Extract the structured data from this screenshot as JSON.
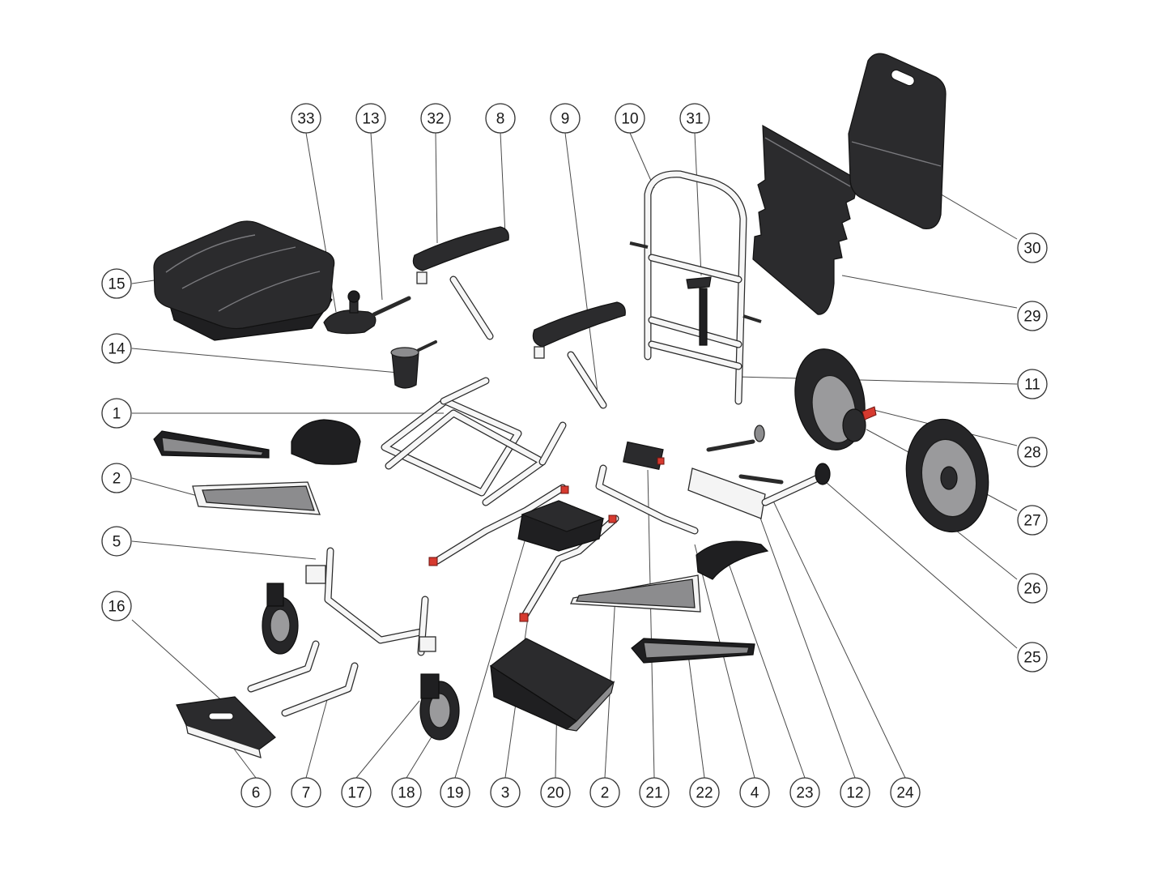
{
  "callouts": [
    {
      "id": "c33",
      "label": "33"
    },
    {
      "id": "c13",
      "label": "13"
    },
    {
      "id": "c32",
      "label": "32"
    },
    {
      "id": "c8",
      "label": "8"
    },
    {
      "id": "c9",
      "label": "9"
    },
    {
      "id": "c10",
      "label": "10"
    },
    {
      "id": "c31",
      "label": "31"
    },
    {
      "id": "c15",
      "label": "15"
    },
    {
      "id": "c14",
      "label": "14"
    },
    {
      "id": "c1",
      "label": "1"
    },
    {
      "id": "c2l",
      "label": "2"
    },
    {
      "id": "c5",
      "label": "5"
    },
    {
      "id": "c16",
      "label": "16"
    },
    {
      "id": "c30",
      "label": "30"
    },
    {
      "id": "c29",
      "label": "29"
    },
    {
      "id": "c11",
      "label": "11"
    },
    {
      "id": "c28",
      "label": "28"
    },
    {
      "id": "c27",
      "label": "27"
    },
    {
      "id": "c26",
      "label": "26"
    },
    {
      "id": "c25",
      "label": "25"
    },
    {
      "id": "c6",
      "label": "6"
    },
    {
      "id": "c7",
      "label": "7"
    },
    {
      "id": "c17",
      "label": "17"
    },
    {
      "id": "c18",
      "label": "18"
    },
    {
      "id": "c19",
      "label": "19"
    },
    {
      "id": "c3",
      "label": "3"
    },
    {
      "id": "c20",
      "label": "20"
    },
    {
      "id": "c2b",
      "label": "2"
    },
    {
      "id": "c21",
      "label": "21"
    },
    {
      "id": "c22",
      "label": "22"
    },
    {
      "id": "c4",
      "label": "4"
    },
    {
      "id": "c23",
      "label": "23"
    },
    {
      "id": "c12",
      "label": "12"
    },
    {
      "id": "c24",
      "label": "24"
    }
  ],
  "colors": {
    "part_dark": "#2b2b2d",
    "part_grey": "#8c8c8e",
    "frame_tube": "#f6f6f6",
    "accent_red": "#d63a2f",
    "callout_line": "#4a4a4a"
  }
}
